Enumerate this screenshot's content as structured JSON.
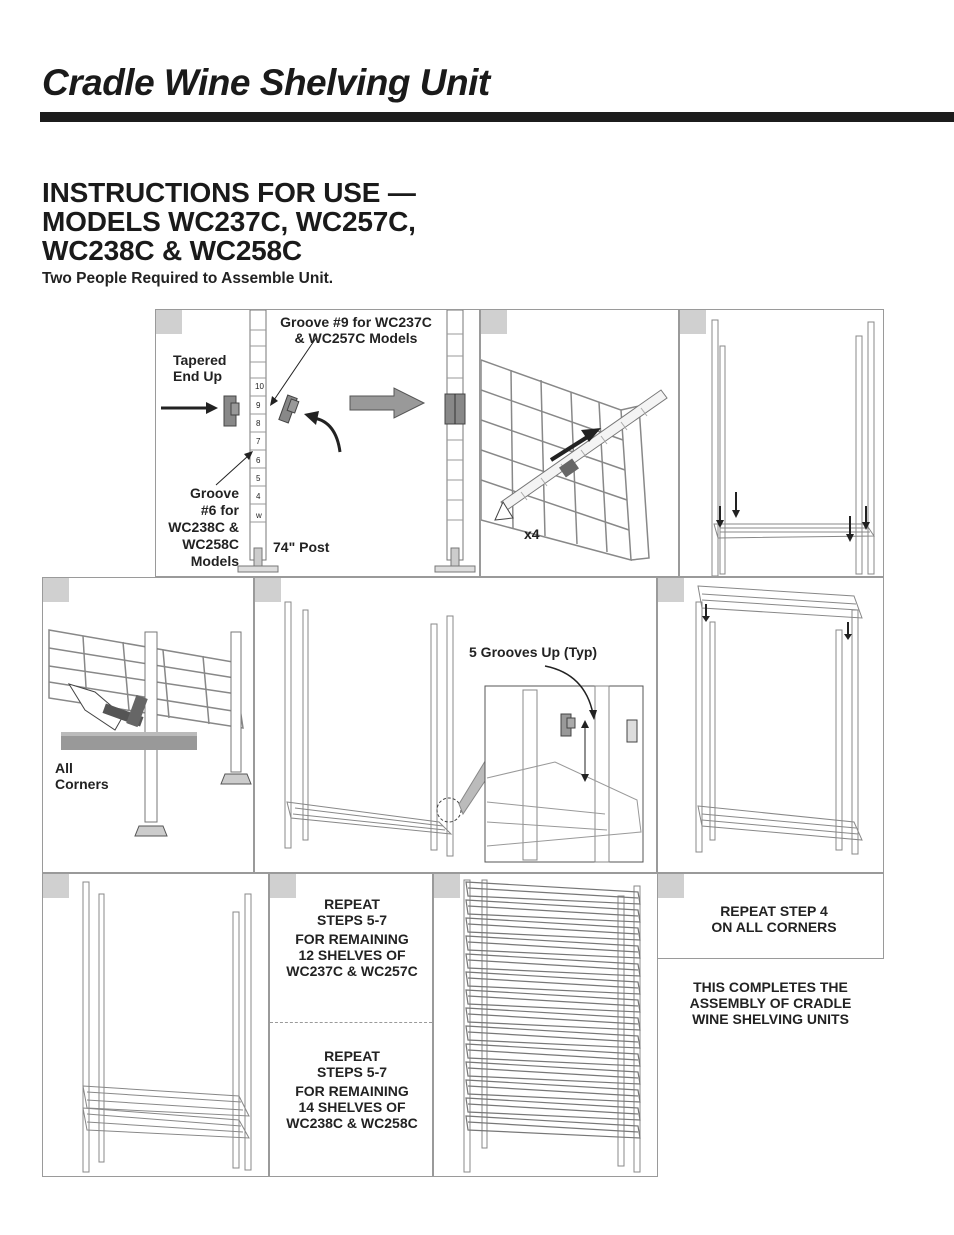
{
  "page": {
    "title": "Cradle Wine Shelving Unit",
    "heading": [
      "INSTRUCTIONS FOR USE —",
      "MODELS WC237C, WC257C,",
      "WC238C & WC258C"
    ],
    "subheading": "Two People Required to Assemble Unit."
  },
  "step1": {
    "tapered": [
      "Tapered",
      "End Up"
    ],
    "groove9": [
      "Groove #9 for WC237C",
      "& WC257C Models"
    ],
    "groove6": [
      "Groove",
      "#6 for",
      "WC238C &",
      "WC258C",
      "Models"
    ],
    "post": "74\" Post",
    "numbers": [
      "10",
      "9",
      "8",
      "7",
      "6",
      "5",
      "4",
      "w"
    ]
  },
  "step2": {
    "count": "x4"
  },
  "step4": {
    "corners": [
      "All",
      "Corners"
    ]
  },
  "step5": {
    "grooves": "5 Grooves Up (Typ)"
  },
  "step8": {
    "repeat_a": [
      "REPEAT",
      "STEPS 5-7",
      "FOR REMAINING",
      "12 SHELVES OF",
      "WC237C & WC257C"
    ],
    "repeat_b": [
      "REPEAT",
      "STEPS 5-7",
      "FOR REMAINING",
      "14 SHELVES OF",
      "WC238C & WC258C"
    ]
  },
  "step10": {
    "repeat": [
      "REPEAT STEP 4",
      "ON ALL CORNERS"
    ],
    "complete": [
      "THIS COMPLETES THE",
      "ASSEMBLY OF CRADLE",
      "WINE SHELVING UNITS"
    ]
  }
}
